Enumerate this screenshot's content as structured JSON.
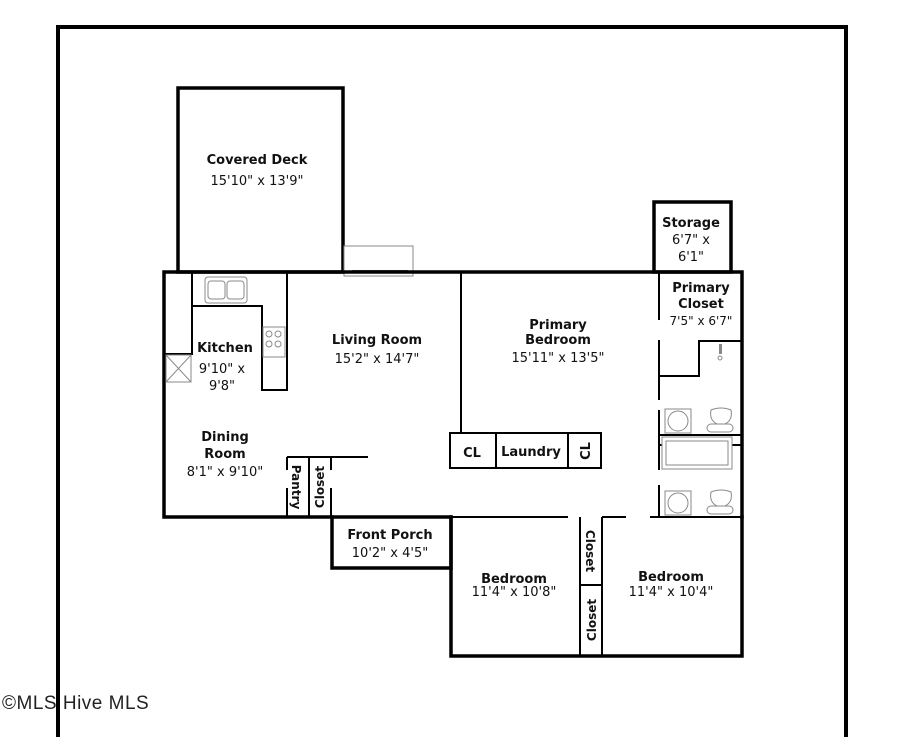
{
  "floorplan": {
    "rooms": {
      "covered_deck": {
        "name": "Covered Deck",
        "dim": "15'10\" x 13'9\""
      },
      "storage": {
        "name": "Storage",
        "dim_line1": "6'7\" x",
        "dim_line2": "6'1\""
      },
      "primary_closet": {
        "name_line1": "Primary",
        "name_line2": "Closet",
        "dim": "7'5\" x 6'7\""
      },
      "kitchen": {
        "name": "Kitchen",
        "dim_line1": "9'10\" x",
        "dim_line2": "9'8\""
      },
      "living_room": {
        "name": "Living Room",
        "dim": "15'2\" x 14'7\""
      },
      "primary_bedroom": {
        "name_line1": "Primary",
        "name_line2": "Bedroom",
        "dim": "15'11\" x 13'5\""
      },
      "dining_room": {
        "name_line1": "Dining",
        "name_line2": "Room",
        "dim": "8'1\" x 9'10\""
      },
      "pantry": {
        "name": "Pantry"
      },
      "pantry_closet": {
        "name": "Closet"
      },
      "laundry_cl_left": {
        "name": "CL"
      },
      "laundry": {
        "name": "Laundry"
      },
      "laundry_cl_right": {
        "name": "CL"
      },
      "front_porch": {
        "name": "Front Porch",
        "dim": "10'2\" x 4'5\""
      },
      "bedroom_1": {
        "name": "Bedroom",
        "dim": "11'4\" x 10'8\""
      },
      "bedroom_2": {
        "name": "Bedroom",
        "dim": "11'4\" x 10'4\""
      },
      "bedroom_closet_upper": {
        "name": "Closet"
      },
      "bedroom_closet_lower": {
        "name": "Closet"
      }
    }
  },
  "watermark": {
    "text": "©MLS Hive MLS"
  },
  "colors": {
    "wall": "#000000",
    "fixture": "#8a8a8a",
    "background": "#ffffff"
  }
}
